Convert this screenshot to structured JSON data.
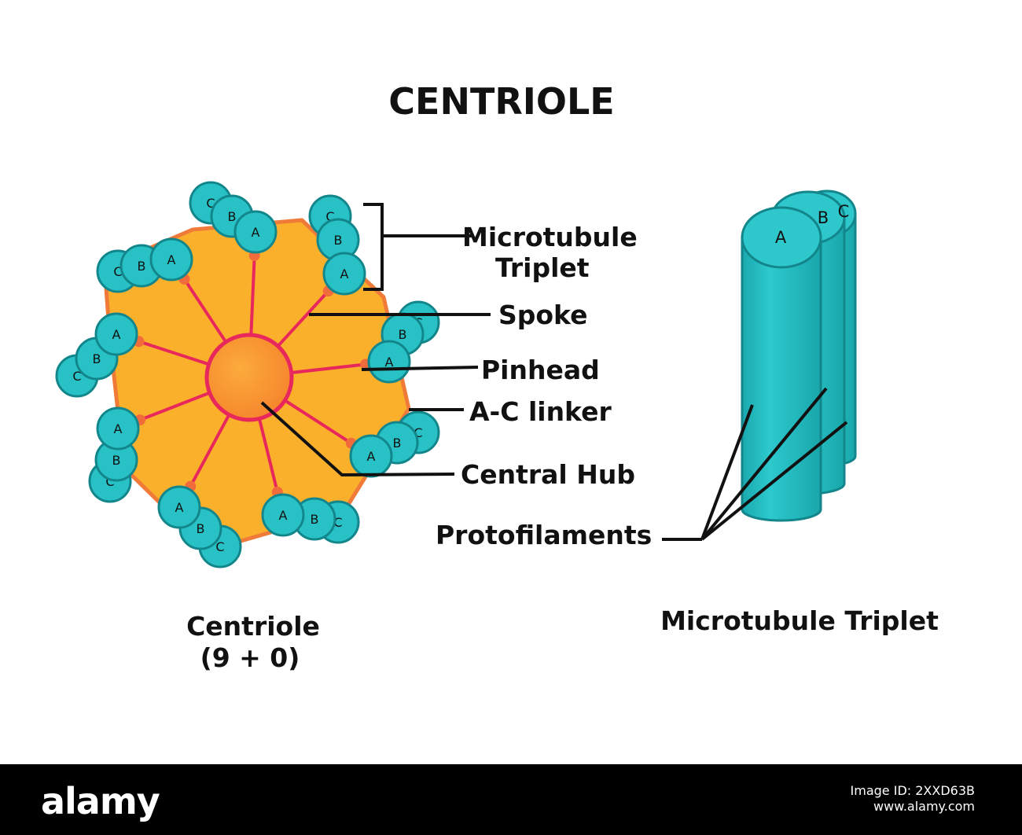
{
  "title": "CENTRIOLE",
  "colors": {
    "matrix": "#fbb02c",
    "matrix_edge": "#f07a38",
    "hub": "#f98c2a",
    "spoke": "#e8285c",
    "pinhead": "#f26b3a",
    "tubule": "#28c2c6",
    "tubule_edge": "#12868b",
    "line": "#111111"
  },
  "cross_section": {
    "triplet_letters": [
      "A",
      "B",
      "C"
    ],
    "triplet_count": 9,
    "caption_line1": "Centriole",
    "caption_line2": "(9 + 0)"
  },
  "labels": {
    "microtubule_triplet_line1": "Microtubule",
    "microtubule_triplet_line2": "Triplet",
    "spoke": "Spoke",
    "pinhead": "Pinhead",
    "ac_linker": "A-C linker",
    "central_hub": "Central Hub",
    "protofilaments": "Protofilaments"
  },
  "side_view": {
    "letters": [
      "A",
      "B",
      "C"
    ],
    "caption": "Microtubule Triplet"
  },
  "stock_bar": {
    "logo": "alamy",
    "line1": "Image ID: 2XXD63B",
    "line2": "www.alamy.com"
  }
}
